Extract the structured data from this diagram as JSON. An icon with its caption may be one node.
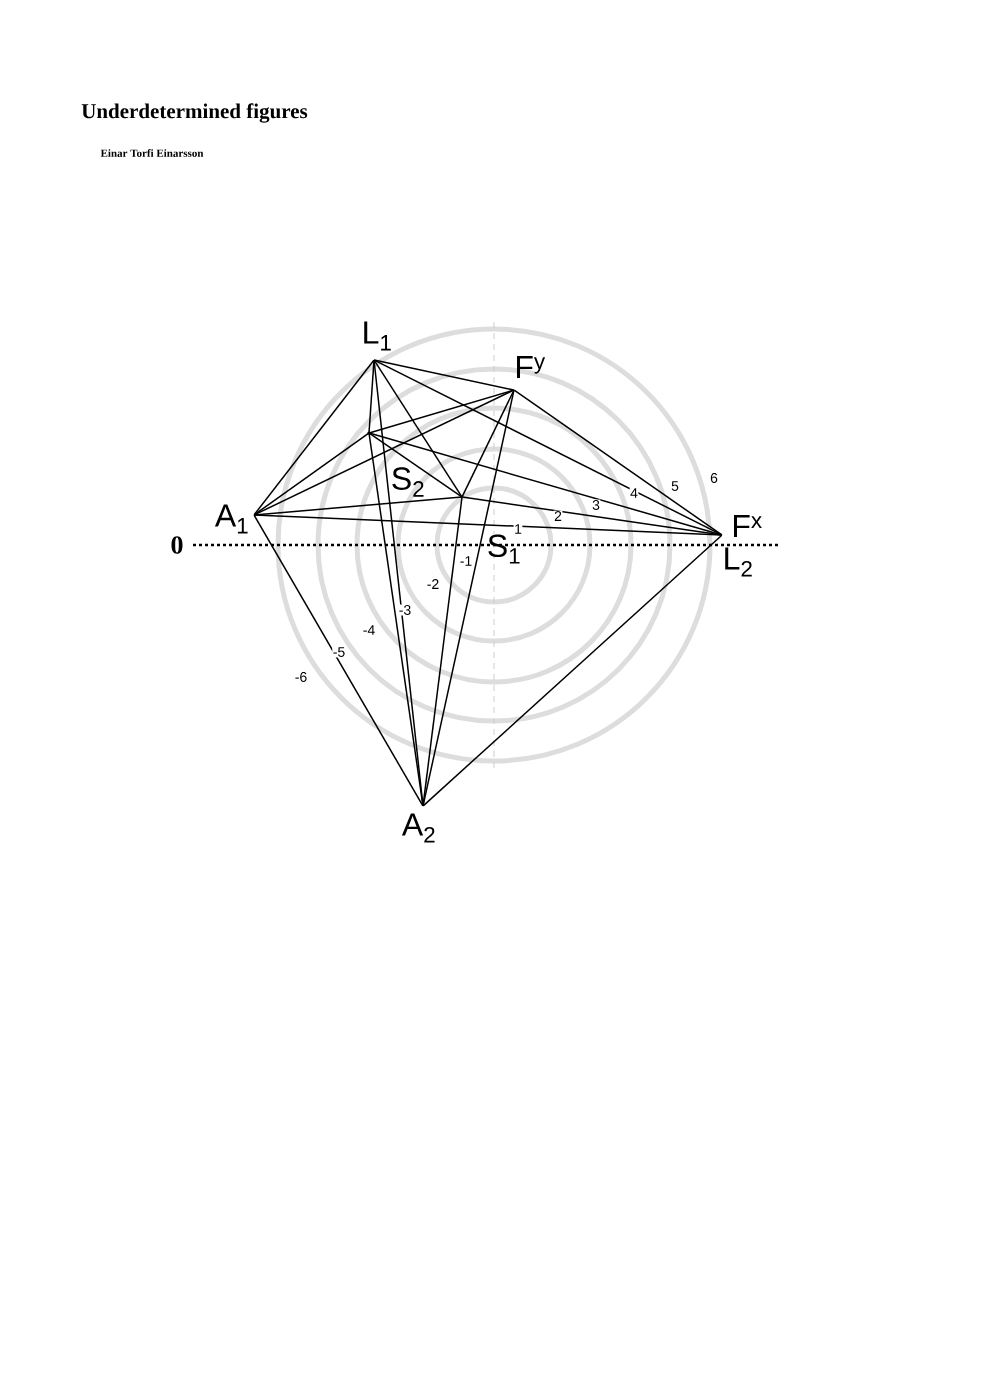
{
  "diagram": {
    "title": "Underdetermined figures",
    "nodes": [
      {
        "text": [
          "L$_{1}$"
        ]
      },
      {
        "text": [
          "F$^{y}$"
        ]
      },
      {
        "text": [],
        "shape": "point"
      },
      {
        "text": [
          "S$_{2}$"
        ]
      },
      {
        "text": [
          "A$_{1}$"
        ]
      },
      {
        "text": [
          "F$^{x}$",
          "L$_{2}$"
        ]
      },
      {
        "text": [
          "A$_{2}$"
        ]
      }
    ],
    "edges": [
      {
        "from": 0,
        "to": 1,
        "arrow": "none"
      },
      {
        "from": 0,
        "to": 4,
        "arrow": "none"
      },
      {
        "from": 0,
        "to": 5,
        "arrow": "none"
      },
      {
        "from": 0,
        "to": 3,
        "arrow": "none"
      },
      {
        "from": 0,
        "to": 6,
        "arrow": "none"
      },
      {
        "from": 0,
        "to": 2,
        "arrow": "none"
      },
      {
        "from": 1,
        "to": 2,
        "arrow": "none"
      },
      {
        "from": 1,
        "to": 4,
        "arrow": "none"
      },
      {
        "from": 1,
        "to": 5,
        "arrow": "none"
      },
      {
        "from": 1,
        "to": 3,
        "arrow": "none"
      },
      {
        "from": 1,
        "to": 6,
        "arrow": "none"
      },
      {
        "from": 2,
        "to": 3,
        "arrow": "none"
      },
      {
        "from": 2,
        "to": 4,
        "arrow": "none"
      },
      {
        "from": 2,
        "to": 5,
        "arrow": "none"
      },
      {
        "from": 2,
        "to": 6,
        "arrow": "none"
      },
      {
        "from": 3,
        "to": 4,
        "arrow": "none"
      },
      {
        "from": 3,
        "to": 5,
        "arrow": "none"
      },
      {
        "from": 3,
        "to": 6,
        "arrow": "none"
      },
      {
        "from": 4,
        "to": 5,
        "arrow": "none"
      },
      {
        "from": 4,
        "to": 6,
        "arrow": "none"
      },
      {
        "from": 5,
        "to": 6,
        "arrow": "none"
      }
    ],
    "labels": [
      "Einar Torfi Einarsson",
      "0",
      "S$_{1}$",
      "1",
      "2",
      "3",
      "4",
      "5",
      "6",
      "-1",
      "-2",
      "-3",
      "-4",
      "-5",
      "-6"
    ]
  }
}
